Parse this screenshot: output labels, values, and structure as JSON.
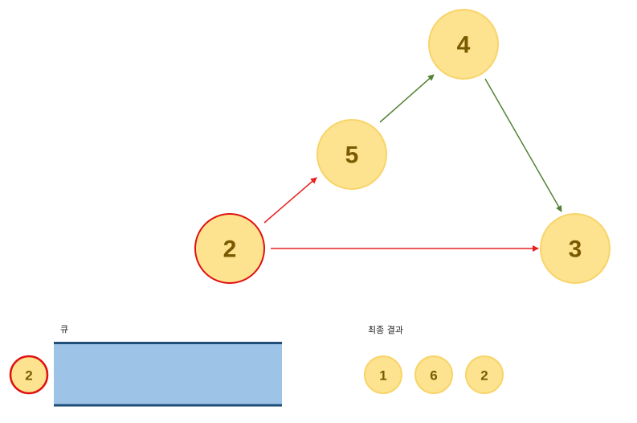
{
  "colors": {
    "node_fill": "#fde38f",
    "node_stroke": "#f8d46a",
    "active_stroke": "#e01010",
    "edge_active": "#e82020",
    "edge_normal": "#548235",
    "label": "#7a5a00",
    "queue_fill": "#9dc3e6",
    "queue_border": "#1f4e79"
  },
  "graph": {
    "nodes": [
      {
        "id": "node-4",
        "label": "4",
        "state": "normal"
      },
      {
        "id": "node-5",
        "label": "5",
        "state": "normal"
      },
      {
        "id": "node-2",
        "label": "2",
        "state": "active"
      },
      {
        "id": "node-3",
        "label": "3",
        "state": "normal"
      }
    ],
    "edges": [
      {
        "from": "2",
        "to": "5",
        "state": "active"
      },
      {
        "from": "2",
        "to": "3",
        "state": "active"
      },
      {
        "from": "5",
        "to": "4",
        "state": "normal"
      },
      {
        "from": "4",
        "to": "3",
        "state": "normal"
      }
    ]
  },
  "queue": {
    "label": "큐",
    "current": "2",
    "items": []
  },
  "result": {
    "label": "최종 결과",
    "items": [
      "1",
      "6",
      "2"
    ]
  }
}
